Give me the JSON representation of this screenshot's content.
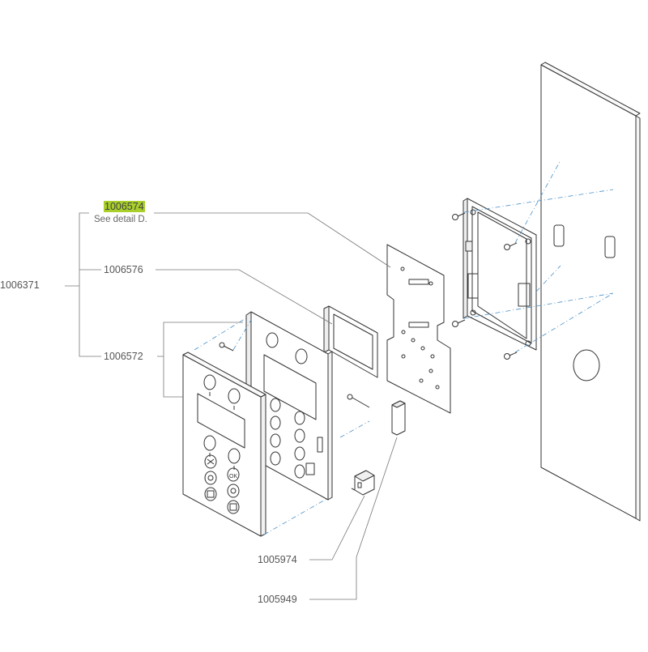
{
  "labels": {
    "assembly": "1006371",
    "part_a": "1006574",
    "part_a_note": "See detail D.",
    "part_b": "1006576",
    "part_c": "1006572",
    "part_d": "1005974",
    "part_e": "1005949"
  },
  "colors": {
    "highlight": "#a8cf2a",
    "line": "#333333",
    "leader": "#777777",
    "hidden_axis": "#4a90c8"
  }
}
